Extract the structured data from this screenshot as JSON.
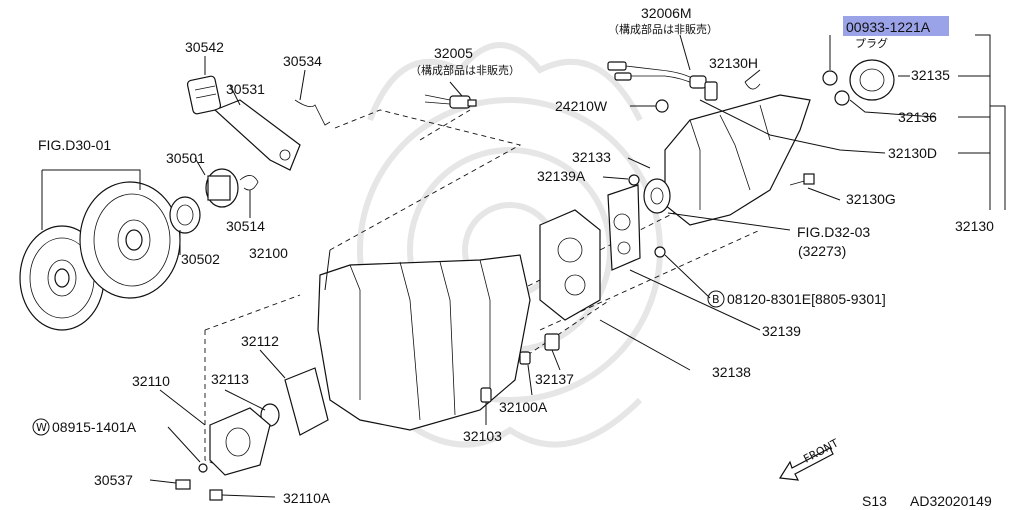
{
  "diagram": {
    "sheet_code": "S13",
    "drawing_number": "AD32020149",
    "front_label": "FRONT",
    "highlighted_part": "00933-1221A",
    "labels": {
      "p30542": "30542",
      "p30531": "30531",
      "p30534": "30534",
      "p32005": "32005",
      "p32005_note": "（構成部品は非販売）",
      "p32006m": "32006M",
      "p32006m_note": "（構成部品は非販売）",
      "p00933": "00933-1221A",
      "p00933_sub": "プラグ",
      "p32130h": "32130H",
      "p32135": "32135",
      "p24210w": "24210W",
      "p32136": "32136",
      "fig_d30_01": "FIG.D30-01",
      "p30501": "30501",
      "p32133": "32133",
      "p32130d": "32130D",
      "p32139a": "32139A",
      "p32130g": "32130G",
      "p30514": "30514",
      "p32130": "32130",
      "p32100": "32100",
      "fig_d32_03": "FIG.D32-03",
      "fig_d32_03_sub": "(32273)",
      "p30502": "30502",
      "b_bolt": "08120-8301E[8805-9301]",
      "b_prefix": "B",
      "p32139": "32139",
      "p32112": "32112",
      "p32110": "32110",
      "p32113": "32113",
      "p32137": "32137",
      "p32138": "32138",
      "w_washer": "08915-1401A",
      "w_prefix": "W",
      "p32100a": "32100A",
      "p32103": "32103",
      "p30537": "30537",
      "p32110a": "32110A"
    }
  }
}
